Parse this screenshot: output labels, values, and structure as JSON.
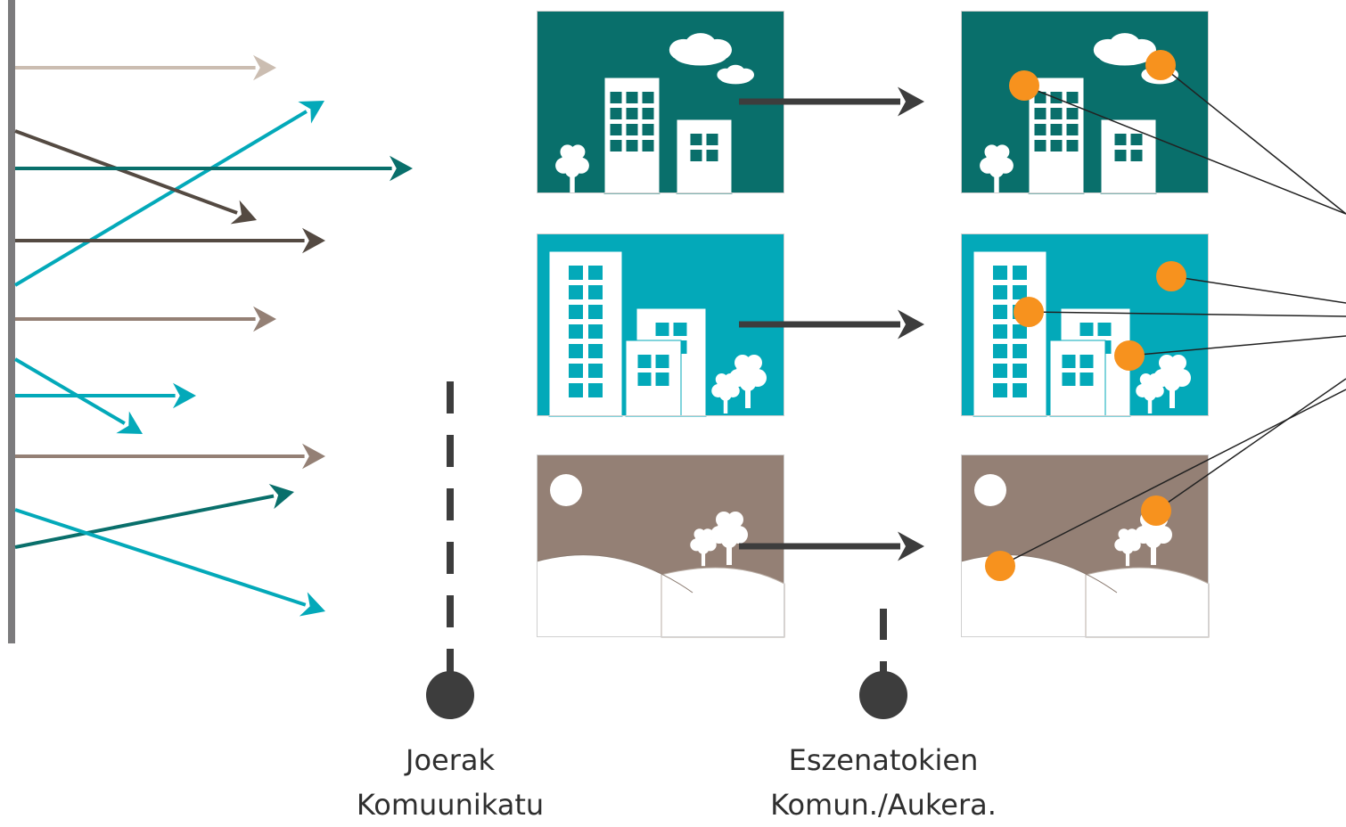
{
  "colors": {
    "dark_teal": "#096f6b",
    "cyan": "#03a9b9",
    "taupe": "#948075",
    "beige": "#cbbdb1",
    "dark_brown": "#544a42",
    "orange": "#f7921e",
    "charcoal": "#3d3d3d",
    "axis_gray": "#7c7b7d",
    "white": "#ffffff"
  },
  "trend_arrows": [
    {
      "color": "beige"
    },
    {
      "color": "cyan"
    },
    {
      "color": "dark_brown"
    },
    {
      "color": "dark_teal"
    },
    {
      "color": "dark_brown"
    },
    {
      "color": "taupe"
    },
    {
      "color": "cyan"
    },
    {
      "color": "cyan"
    },
    {
      "color": "taupe"
    },
    {
      "color": "dark_teal"
    },
    {
      "color": "cyan"
    }
  ],
  "scenes": [
    {
      "id": "city-teal",
      "background": "dark_teal",
      "kind": "city-low"
    },
    {
      "id": "city-cyan",
      "background": "cyan",
      "kind": "city-high"
    },
    {
      "id": "countryside",
      "background": "taupe",
      "kind": "hills"
    }
  ],
  "milestones": [
    {
      "line1": "Joerak",
      "line2": "Komuunikatu"
    },
    {
      "line1": "Eszenatokien",
      "line2": "Komun./Aukera."
    }
  ]
}
